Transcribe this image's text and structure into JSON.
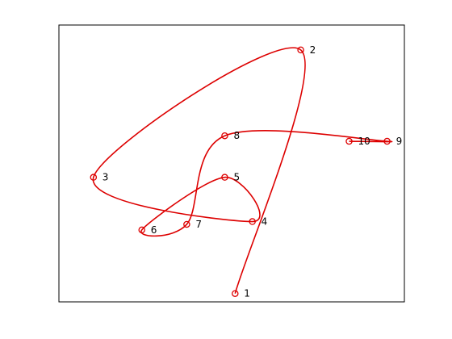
{
  "chart_data": {
    "type": "line",
    "title": "",
    "xlabel": "",
    "ylabel": "",
    "grid": false,
    "xlim": [
      0,
      1
    ],
    "ylim": [
      0,
      1
    ],
    "line_color": "#dd0000",
    "marker": "circle-open",
    "smoothing": "spline",
    "series": [
      {
        "points": [
          {
            "label": "1",
            "x": 0.51,
            "y": 0.03
          },
          {
            "label": "2",
            "x": 0.7,
            "y": 0.91
          },
          {
            "label": "3",
            "x": 0.1,
            "y": 0.45
          },
          {
            "label": "4",
            "x": 0.56,
            "y": 0.29
          },
          {
            "label": "5",
            "x": 0.48,
            "y": 0.45
          },
          {
            "label": "6",
            "x": 0.24,
            "y": 0.26
          },
          {
            "label": "7",
            "x": 0.37,
            "y": 0.28
          },
          {
            "label": "8",
            "x": 0.48,
            "y": 0.6
          },
          {
            "label": "9",
            "x": 0.95,
            "y": 0.58
          },
          {
            "label": "10",
            "x": 0.84,
            "y": 0.58
          }
        ]
      }
    ]
  }
}
